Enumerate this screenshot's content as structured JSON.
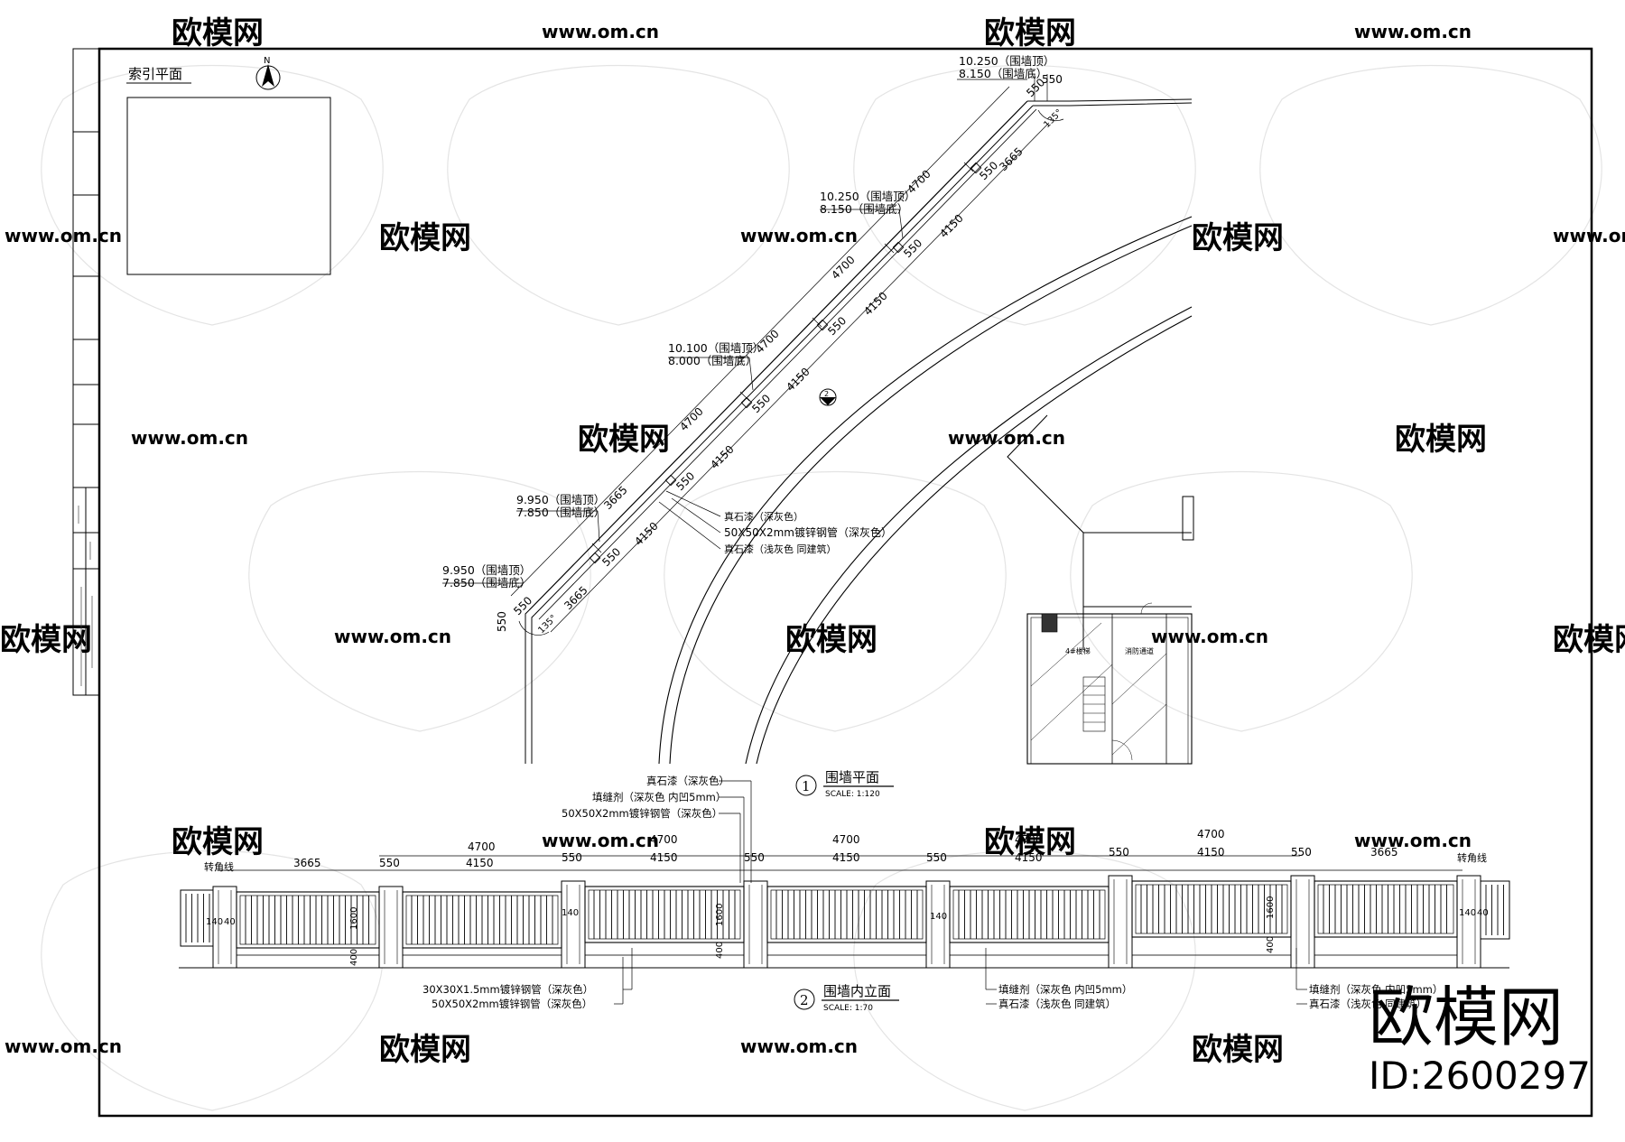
{
  "sheet": {
    "index_plan_label": "索引平面",
    "north_label": "N"
  },
  "plan": {
    "title_number": "1",
    "title": "围墙平面",
    "scale": "SCALE: 1:120",
    "section_mark": "2",
    "elevations": [
      {
        "top": "10.250（围墙顶）",
        "bottom": "8.150（围墙底）"
      },
      {
        "top": "10.250（围墙顶）",
        "bottom": "8.150（围墙底）"
      },
      {
        "top": "10.100（围墙顶）",
        "bottom": "8.000（围墙底）"
      },
      {
        "top": "9.950（围墙顶）",
        "bottom": "7.850（围墙底）"
      },
      {
        "top": "9.950（围墙顶）",
        "bottom": "7.850（围墙底）"
      }
    ],
    "dims": {
      "outer": [
        "4700",
        "4700",
        "4700",
        "4700",
        "3665"
      ],
      "inner": [
        "4150",
        "4150",
        "4150",
        "4150",
        "4150",
        "3665"
      ],
      "post": "550",
      "angle": "135°"
    },
    "callouts": [
      "真石漆（深灰色）",
      "50X50X2mm镀锌钢管（深灰色）",
      "真石漆（浅灰色 同建筑）"
    ],
    "room_labels": [
      "4#楼梯",
      "消防通道"
    ]
  },
  "elevation": {
    "title_number": "2",
    "title": "围墙内立面",
    "scale": "SCALE: 1:70",
    "end_label_left": "转角线",
    "end_label_right": "转角线",
    "dims_top": [
      "4700",
      "4700",
      "4700",
      "4700",
      "4700"
    ],
    "dims_bottom": [
      "3665",
      "4150",
      "4150",
      "4150",
      "4150",
      "4150",
      "3665"
    ],
    "post_dim": "550",
    "small_dims": [
      "140",
      "40",
      "1600",
      "400"
    ],
    "callouts_top": [
      "真石漆（深灰色）",
      "填缝剂（深灰色 内凹5mm）",
      "50X50X2mm镀锌钢管（深灰色）"
    ],
    "callouts_bottom_left": [
      "30X30X1.5mm镀锌钢管（深灰色）",
      "50X50X2mm镀锌钢管（深灰色）"
    ],
    "callouts_bottom_mid": [
      "填缝剂（深灰色 内凹5mm）",
      "真石漆（浅灰色 同建筑）"
    ],
    "callouts_bottom_right": [
      "填缝剂（深灰色 内凹5mm）",
      "真石漆（浅灰色 同建筑）"
    ]
  },
  "watermark": {
    "brand": "欧模网",
    "url": "www.om.cn",
    "id": "ID:2600297"
  }
}
